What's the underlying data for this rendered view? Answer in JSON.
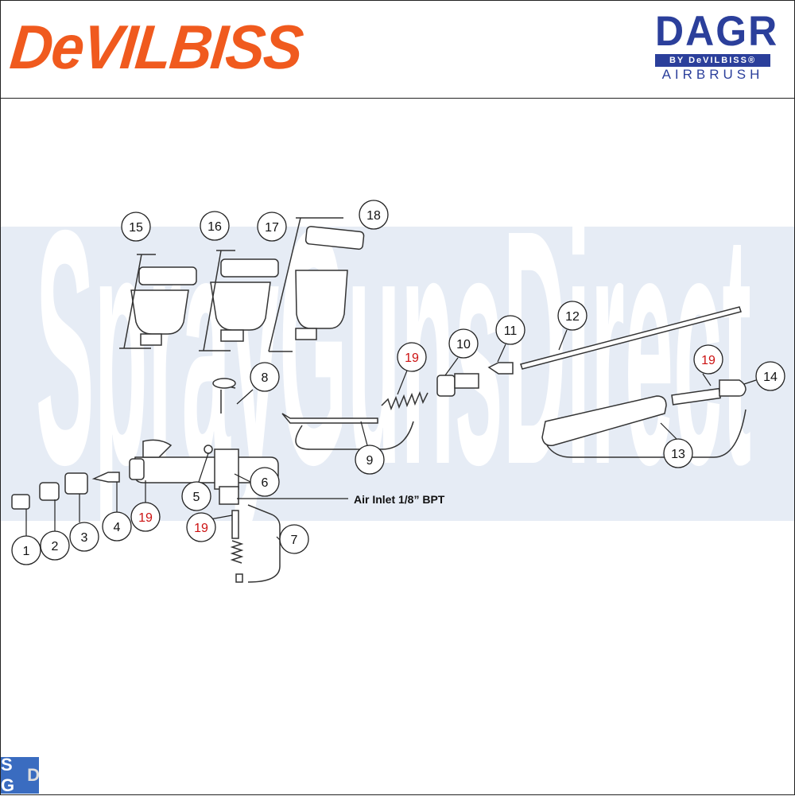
{
  "header": {
    "brand_logo": "DeVILBISS",
    "product_logo": {
      "main": "DAGR",
      "sub": "BY DeVILBISS®",
      "line": "AIRBRUSH"
    }
  },
  "watermark": "SprayGunsDirect",
  "corner_logo": "SGD",
  "colors": {
    "brand": "#f05a1e",
    "product": "#2b3f9b",
    "band": "#e6ecf5",
    "highlight_label": "#cc1111"
  },
  "air_inlet_label": "Air Inlet 1/8” BPT",
  "callouts": [
    {
      "number": "1",
      "highlight": false
    },
    {
      "number": "2",
      "highlight": false
    },
    {
      "number": "3",
      "highlight": false
    },
    {
      "number": "4",
      "highlight": false
    },
    {
      "number": "19",
      "highlight": true
    },
    {
      "number": "5",
      "highlight": false
    },
    {
      "number": "6",
      "highlight": false
    },
    {
      "number": "19",
      "highlight": true
    },
    {
      "number": "7",
      "highlight": false
    },
    {
      "number": "8",
      "highlight": false
    },
    {
      "number": "9",
      "highlight": false
    },
    {
      "number": "19",
      "highlight": true
    },
    {
      "number": "10",
      "highlight": false
    },
    {
      "number": "11",
      "highlight": false
    },
    {
      "number": "12",
      "highlight": false
    },
    {
      "number": "13",
      "highlight": false
    },
    {
      "number": "19",
      "highlight": true
    },
    {
      "number": "14",
      "highlight": false
    },
    {
      "number": "15",
      "highlight": false
    },
    {
      "number": "16",
      "highlight": false
    },
    {
      "number": "17",
      "highlight": false
    },
    {
      "number": "18",
      "highlight": false
    }
  ]
}
